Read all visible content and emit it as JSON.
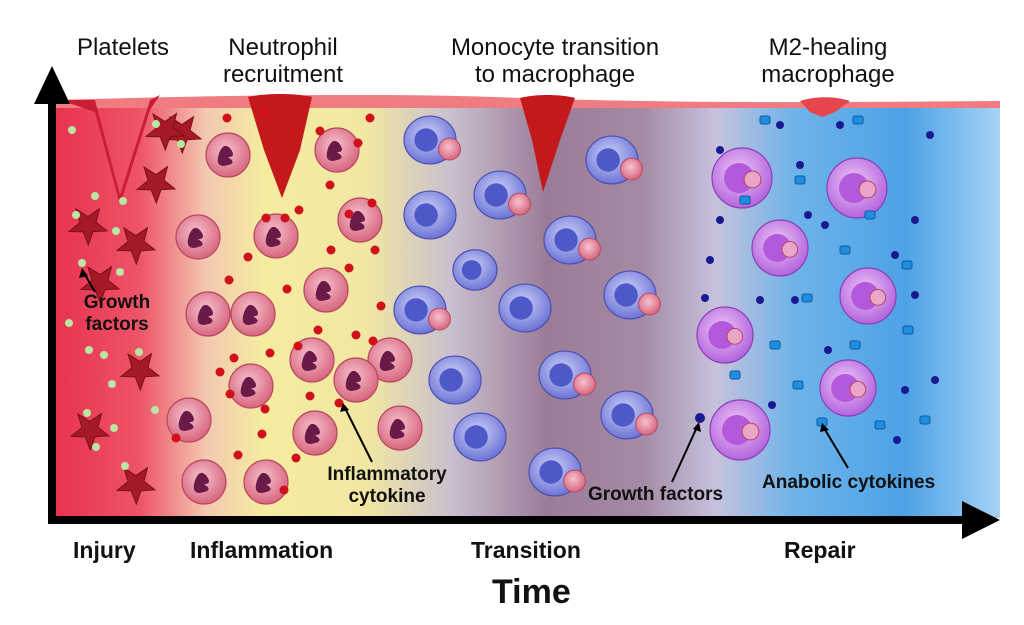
{
  "titles": {
    "platelets": "Platelets",
    "neutrophil": [
      "Neutrophil",
      "recruitment"
    ],
    "monocyte": [
      "Monocyte transition",
      "to macrophage"
    ],
    "m2": [
      "M2-healing",
      "macrophage"
    ]
  },
  "phases": {
    "injury": "Injury",
    "inflammation": "Inflammation",
    "transition": "Transition",
    "repair": "Repair"
  },
  "axis": {
    "x_label": "Time"
  },
  "annotations": {
    "growth_factors_left": [
      "Growth",
      "factors"
    ],
    "inflammatory_cytokine": [
      "Inflammatory",
      "cytokine"
    ],
    "growth_factors_right": "Growth factors",
    "anabolic_cytokines": "Anabolic cytokines"
  },
  "colors": {
    "injury": "#e8324f",
    "inflammation": "#f2e79a",
    "transition": "#a07a98",
    "repair": "#4aa3e6",
    "tissue_surface": "#f07c82",
    "wound": "#c4181c"
  }
}
